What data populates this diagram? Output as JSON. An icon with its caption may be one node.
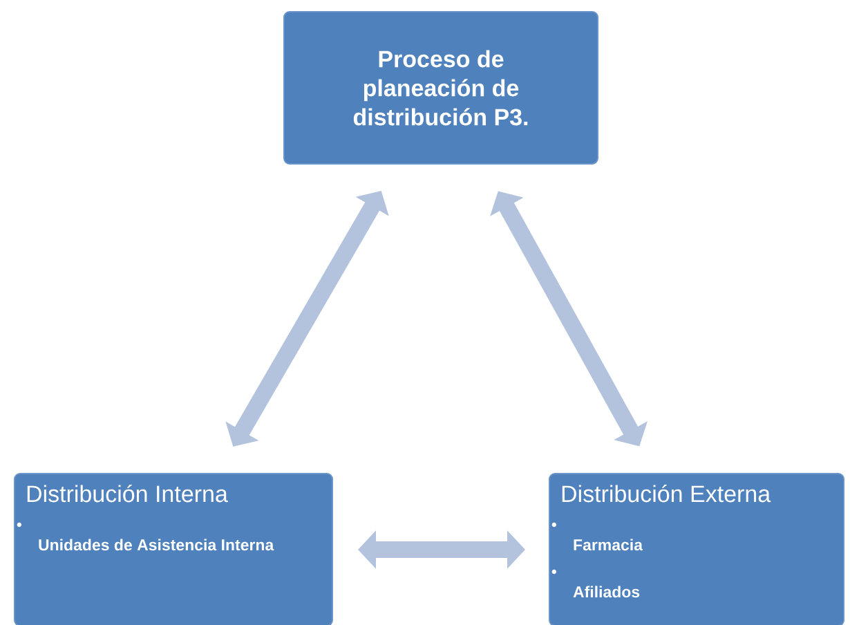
{
  "diagram": {
    "nodes": [
      {
        "text": [
          "Proceso de planeación de distribución P3."
        ]
      },
      {
        "text": [
          "Distribución Interna",
          "Unidades de Asistencia Interna"
        ]
      },
      {
        "text": [
          "Distribución Externa",
          "Farmacia",
          "Afiliados"
        ]
      }
    ],
    "edges": [
      {
        "from": 0,
        "to": 1,
        "arrow": "both"
      },
      {
        "from": 0,
        "to": 2,
        "arrow": "both"
      },
      {
        "from": 1,
        "to": 2,
        "arrow": "both"
      }
    ]
  }
}
